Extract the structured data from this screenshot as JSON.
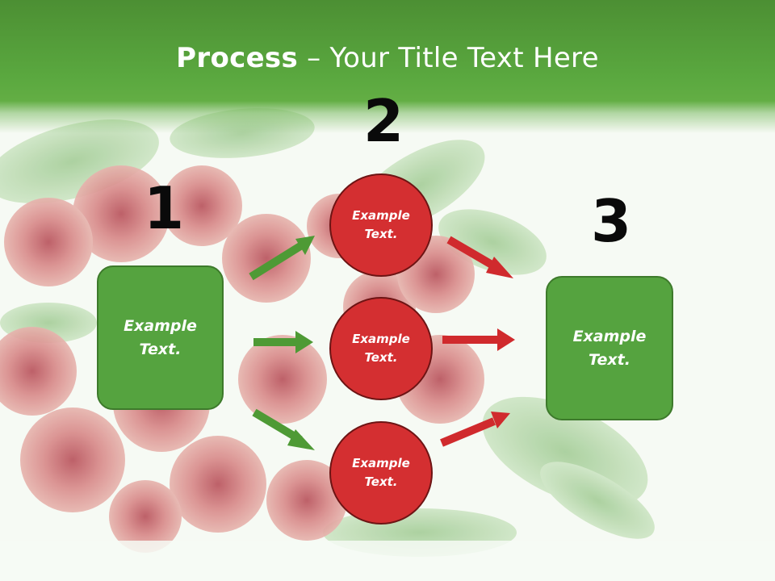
{
  "title": {
    "bold": "Process",
    "rest": " – Your Title Text Here"
  },
  "steps": [
    {
      "number": "1",
      "text": "Example\nText."
    },
    {
      "number": "2",
      "texts": [
        "Example\nText.",
        "Example\nText.",
        "Example\nText."
      ]
    },
    {
      "number": "3",
      "text": "Example\nText."
    }
  ],
  "colors": {
    "header": "#5aa83f",
    "box": "#55a33f",
    "circle": "#d42f31",
    "arrow_green": "#4e9a35",
    "arrow_red": "#d02a2d"
  },
  "background": "red-roses-photo"
}
